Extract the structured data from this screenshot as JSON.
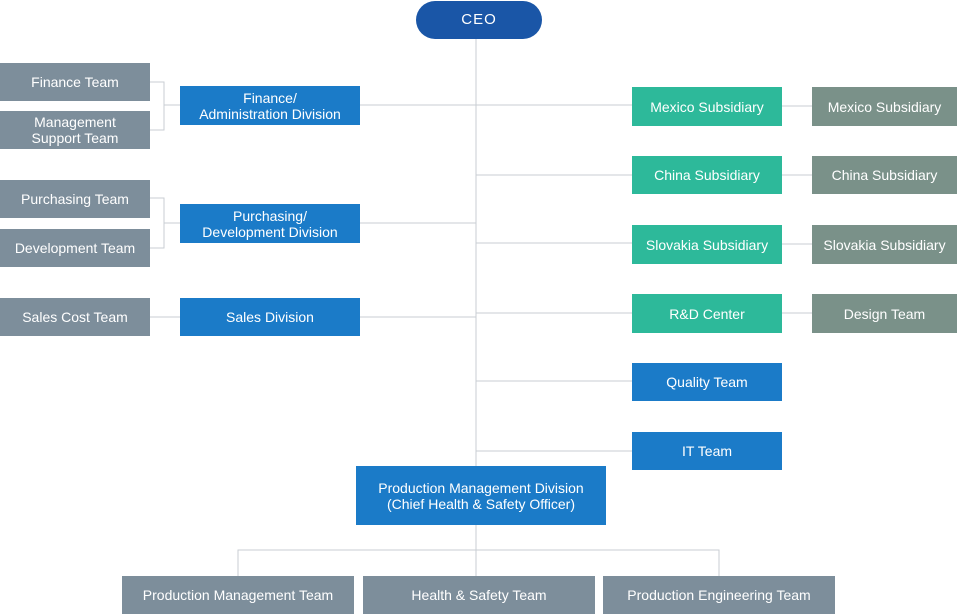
{
  "colors": {
    "ceo": "#1a56a7",
    "division": "#1b7bc8",
    "subsidiary": "#2db99a",
    "team": "#7d8e9b",
    "subsidiary_team": "#7a9189",
    "connector": "#c9ced3"
  },
  "ceo": "CEO",
  "left": {
    "finance_team": "Finance Team",
    "management_support_team": "Management\nSupport Team",
    "finance_division": "Finance/\nAdministration Division",
    "purchasing_team": "Purchasing Team",
    "development_team": "Development Team",
    "purchasing_division": "Purchasing/\nDevelopment Division",
    "sales_cost_team": "Sales Cost Team",
    "sales_division": "Sales Division"
  },
  "right": {
    "mexico_subsidiary": "Mexico Subsidiary",
    "mexico_subsidiary_team": "Mexico Subsidiary",
    "china_subsidiary": "China Subsidiary",
    "china_subsidiary_team": "China Subsidiary",
    "slovakia_subsidiary": "Slovakia Subsidiary",
    "slovakia_subsidiary_team": "Slovakia Subsidiary",
    "rd_center": "R&D Center",
    "design_team": "Design Team",
    "quality_team": "Quality Team",
    "it_team": "IT Team"
  },
  "production": {
    "division": "Production Management Division\n(Chief Health & Safety Officer)",
    "management_team": "Production Management Team",
    "health_safety_team": "Health & Safety Team",
    "engineering_team": "Production Engineering Team"
  }
}
